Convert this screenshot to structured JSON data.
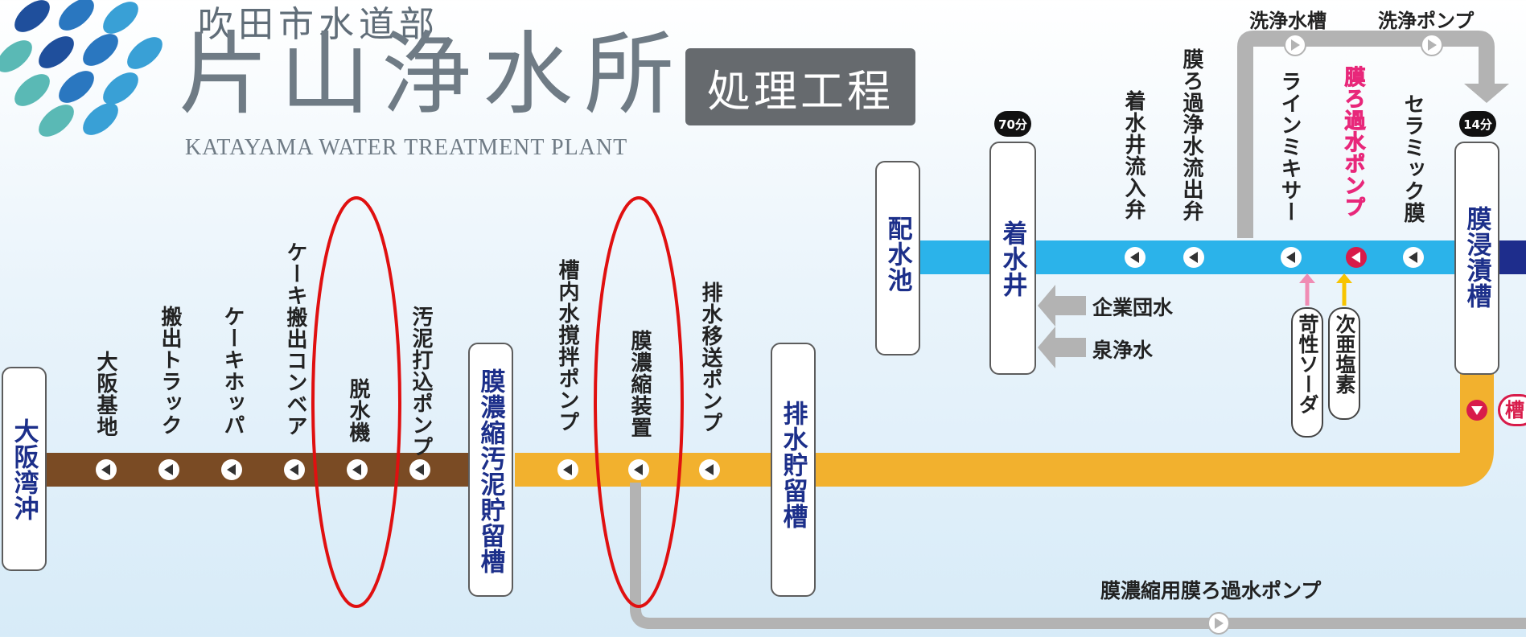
{
  "header": {
    "org": "吹田市水道部",
    "plant_name": "片山浄水所",
    "plant_name_en": "KATAYAMA WATER TREATMENT PLANT",
    "badge": "処理工程"
  },
  "colors": {
    "water_line": "#2bb3ea",
    "sludge_line": "#f2b12e",
    "cake_line": "#7a4b24",
    "gray_line": "#b3b3b3",
    "box_text": "#1c2f8a",
    "highlight_text": "#e8277a",
    "annotation": "#e01010"
  },
  "upper_line": {
    "tanks": {
      "distribution_reservoir": "配水池",
      "receiving_well": "着水井",
      "membrane_immersion_tank": "膜浸漬槽"
    },
    "time_receiving": "70分",
    "time_membrane": "14分",
    "labels": {
      "inflow_valve": "着水井流入弁",
      "outflow_valve": "膜ろ過浄水流出弁",
      "line_mixer": "ラインミキサー",
      "filtration_pump": "膜ろ過水ポンプ",
      "ceramic_membrane": "セラミック膜",
      "wash_tank": "洗浄水槽",
      "wash_pump": "洗浄ポンプ"
    },
    "inputs": {
      "industrial_water": "企業団水",
      "spring_water": "泉浄水"
    },
    "chemicals": {
      "caustic_soda": "苛性ソーダ",
      "hypochlorite": "次亜塩素"
    }
  },
  "lower_line": {
    "tanks": {
      "osaka_bay": "大阪湾沖",
      "concentrate_tank": "膜濃縮汚泥貯留槽",
      "drain_tank": "排水貯留槽"
    },
    "labels": {
      "osaka_base": "大阪基地",
      "truck": "搬出トラック",
      "cake_hopper": "ケーキホッパ",
      "cake_conveyor": "ケーキ搬出コンベア",
      "dewatering_machine": "脱水機",
      "sludge_pump": "汚泥打込ポンプ",
      "stirring_pump": "槽内水撹拌ポンプ",
      "concentrator": "膜濃縮装置",
      "drain_pump": "排水移送ポンプ"
    },
    "bottom_pump": "膜濃縮用膜ろ過水ポンプ",
    "cutoff_label": "槽"
  }
}
